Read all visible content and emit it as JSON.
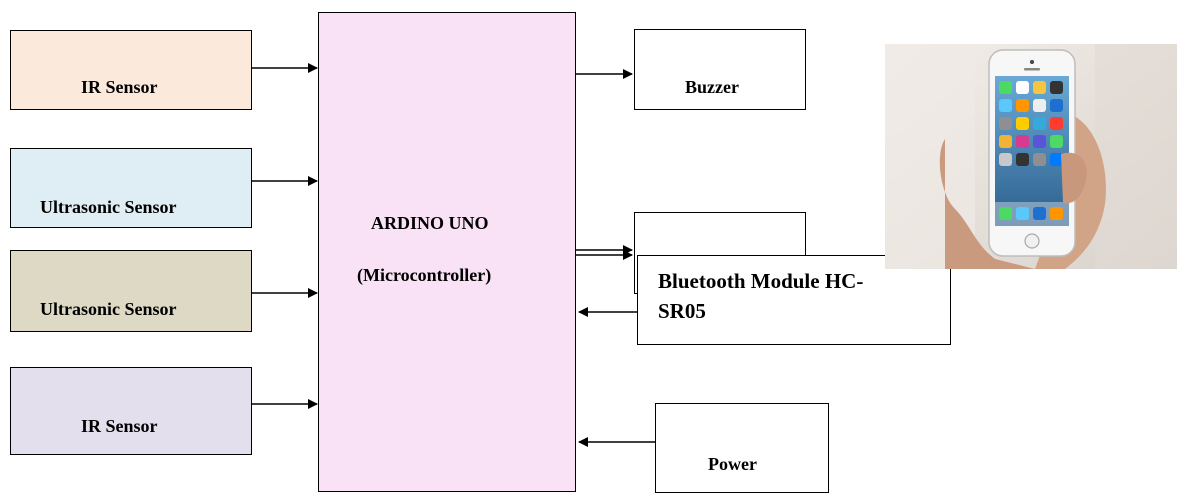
{
  "diagram": {
    "inputs": [
      {
        "label": "IR Sensor",
        "color": "#fbe9dc"
      },
      {
        "label": "Ultrasonic Sensor",
        "color": "#dfeef4"
      },
      {
        "label": "Ultrasonic Sensor",
        "color": "#ddd9c4"
      },
      {
        "label": "IR Sensor",
        "color": "#e4dfec"
      }
    ],
    "controller": {
      "title": "ARDINO UNO",
      "subtitle": "(Microcontroller)",
      "color": "#f9e1f6"
    },
    "outputs": {
      "buzzer": "Buzzer",
      "bluetooth": [
        "Bluetooth Module HC-",
        "SR05"
      ],
      "power": "Power"
    }
  }
}
